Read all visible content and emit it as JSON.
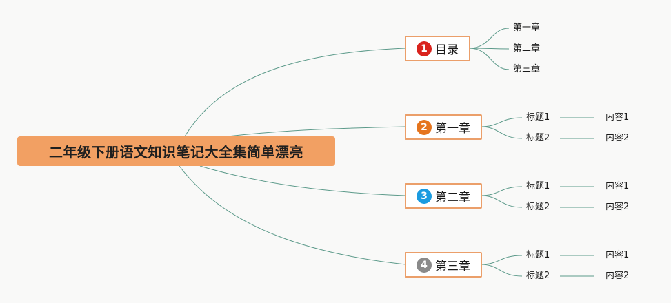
{
  "central": {
    "title": "二年级下册语文知识笔记大全集简单漂亮"
  },
  "branches": [
    {
      "number": "1",
      "label": "目录",
      "badge_color": "#d9231d",
      "children": [
        "第一章",
        "第二章",
        "第三章"
      ]
    },
    {
      "number": "2",
      "label": "第一章",
      "badge_color": "#e5741d",
      "children": [
        {
          "title": "标题1",
          "content": "内容1"
        },
        {
          "title": "标题2",
          "content": "内容2"
        }
      ]
    },
    {
      "number": "3",
      "label": "第二章",
      "badge_color": "#1a9be0",
      "children": [
        {
          "title": "标题1",
          "content": "内容1"
        },
        {
          "title": "标题2",
          "content": "内容2"
        }
      ]
    },
    {
      "number": "4",
      "label": "第三章",
      "badge_color": "#8a8a8a",
      "children": [
        {
          "title": "标题1",
          "content": "内容1"
        },
        {
          "title": "标题2",
          "content": "内容2"
        }
      ]
    }
  ],
  "colors": {
    "connector": "#5c9a8a",
    "branch_border": "#eb9f6a",
    "central_fill": "#f2a063"
  }
}
